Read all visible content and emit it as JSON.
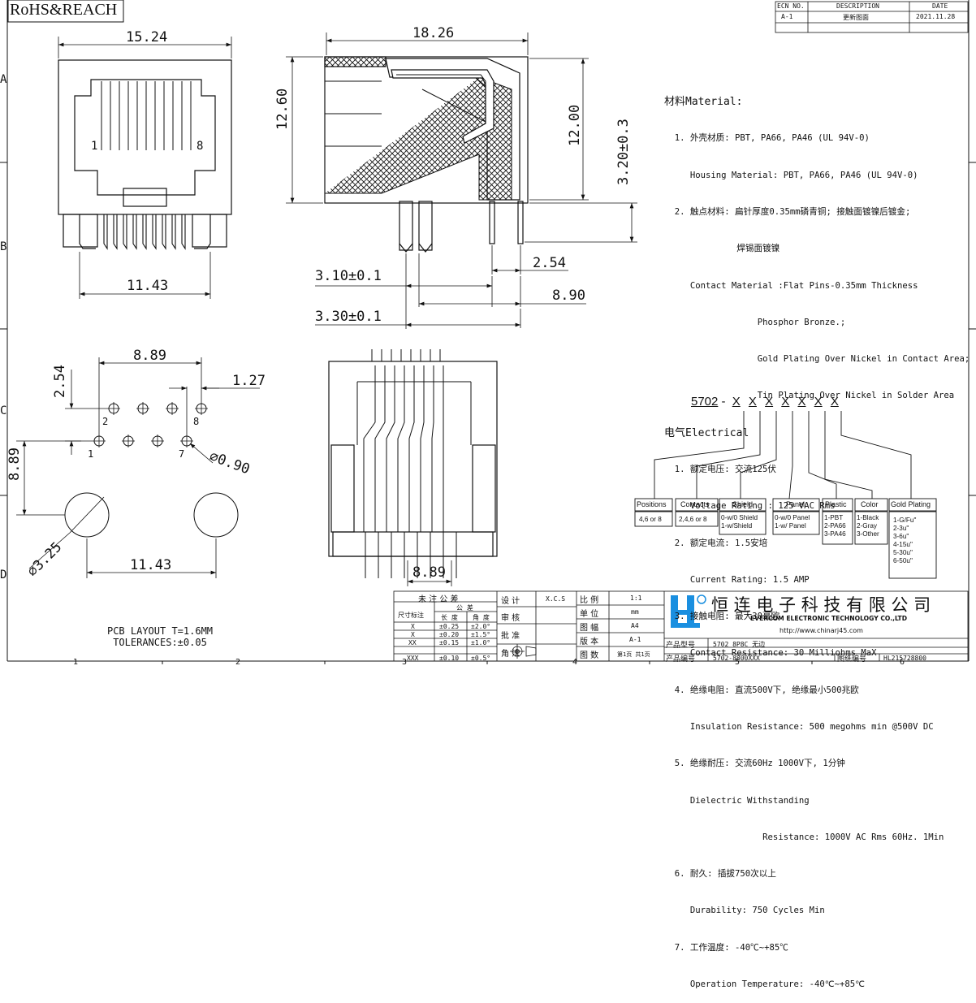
{
  "header": {
    "stamp": "RoHS&REACH",
    "rev_table": {
      "headers": [
        "ECN NO.",
        "DESCRIPTION",
        "DATE"
      ],
      "rows": [
        [
          "A-1",
          "更新图面",
          "2021.11.28"
        ]
      ]
    }
  },
  "dims": {
    "w1524": "15.24",
    "w1826": "18.26",
    "h1260": "12.60",
    "h1200": "12.00",
    "h320": "3.20±0.3",
    "w254": "2.54",
    "w310": "3.10±0.1",
    "w890": "8.90",
    "w330": "3.30±0.1",
    "w1143a": "11.43",
    "w889a": "8.89",
    "w254b": "2.54",
    "w127": "1.27",
    "h889": "8.89",
    "d090": "∅0.90",
    "d325": "∅3.25",
    "w1143b": "11.43",
    "w889b": "8.89"
  },
  "pins": {
    "p1": "1",
    "p8": "8",
    "h2": "2",
    "h8": "8",
    "h1": "1",
    "h7": "7"
  },
  "layout_note": [
    "PCB LAYOUT T=1.6MM",
    "TOLERANCES:±0.05"
  ],
  "spec": {
    "material_title": "材料Material:",
    "material": [
      "  1. 外壳材质: PBT, PA66, PA46 (UL 94V-0)",
      "     Housing Material: PBT, PA66, PA46 (UL 94V-0)",
      "  2. 触点材料: 扁针厚度0.35mm磷青铜; 接触面镀镍后镀金;",
      "              焊锡面镀镍",
      "     Contact Material :Flat Pins-0.35mm Thickness",
      "                  Phosphor Bronze.;",
      "                  Gold Plating Over Nickel in Contact Area;",
      "                  Tin Plating Over Nickel in Solder Area"
    ],
    "electrical_title": "电气Electrical",
    "electrical": [
      "  1. 额定电压: 交流125伏",
      "     Voltage Rating : 125 VAC Rms",
      "  2. 额定电流: 1.5安培",
      "     Current Rating: 1.5 AMP",
      "  3. 接触电阻: 最大30毫欧",
      "     Contact Resistance: 30 Milliohms MaX",
      "  4. 绝缘电阻: 直流500V下, 绝缘最小500兆欧",
      "     Insulation Resistance: 500 megohms min @500V DC",
      "  5. 绝缘耐压: 交流60Hz 1000V下, 1分钟",
      "     Dielectric Withstanding",
      "                   Resistance: 1000V AC Rms 60Hz. 1Min",
      "  6. 耐久: 插拔750次以上",
      "     Durability: 750 Cycles Min",
      "  7. 工作温度: -40℃~+85℃",
      "     Operation Temperature: -40℃~+85℃"
    ]
  },
  "part_number": {
    "prefix": "5702",
    "sep": "-",
    "slots": [
      "X",
      "X",
      "X",
      "X",
      "X",
      "X",
      "X"
    ],
    "options": [
      {
        "title": "Positions",
        "values": "4,6 or 8"
      },
      {
        "title": "Contacts",
        "values": "2,4,6 or 8"
      },
      {
        "title": "Shield",
        "values": "0-w/0 Shield\n1-w/Shield"
      },
      {
        "title": "Panel",
        "values": "0-w/0 Panel\n1-w/ Panel"
      },
      {
        "title": "Plastic",
        "values": "1-PBT\n2-PA66\n3-PA46"
      },
      {
        "title": "Color",
        "values": "1-Black\n2-Gray\n3-Other"
      },
      {
        "title": "Gold Plating",
        "values": "1-G/Fu\"\n2-3u\"\n3-6u\"\n4-15u\"\n5-30u\"\n6-50u\""
      }
    ]
  },
  "title_block": {
    "tol_title": "未 注 公 差",
    "tol_label": "尺寸标注",
    "tol_sub": [
      "公 差"
    ],
    "tol_cols": [
      "长 度",
      "角 度"
    ],
    "tol_rows": [
      [
        "X",
        "±0.25",
        "±2.0°"
      ],
      [
        "X",
        "±0.20",
        "±1.5°"
      ],
      [
        "XX",
        "±0.15",
        "±1.0°"
      ],
      [
        "XXX",
        "±0.10",
        "±0.5°"
      ]
    ],
    "roles": [
      "设 计",
      "审 核",
      "批 准",
      "角 法"
    ],
    "designer": "X.C.S",
    "info_labels": [
      "比 例",
      "单 位",
      "图 幅",
      "版 本",
      "图 数"
    ],
    "info_values": [
      "1:1",
      "mm",
      "A4",
      "A-1",
      "第1页 共1页"
    ],
    "company_cn": "恒 连 电 子 科 技 有 限 公 司",
    "company_en": "EVERCOM ELECTRONIC TECHNOLOGY CO.,LTD",
    "url": "http://www.chinarj45.com",
    "model_label": "产品型号",
    "model_value": "5702 8P8C 无边",
    "code_label": "产品编号",
    "code_value": "5702-8800XXX",
    "dwg_label": "图纸编号",
    "dwg_value": "HL215728800"
  },
  "border": {
    "cols": [
      "1",
      "2",
      "3",
      "4",
      "5",
      "6"
    ],
    "rows": [
      "A",
      "B",
      "C",
      "D"
    ]
  }
}
